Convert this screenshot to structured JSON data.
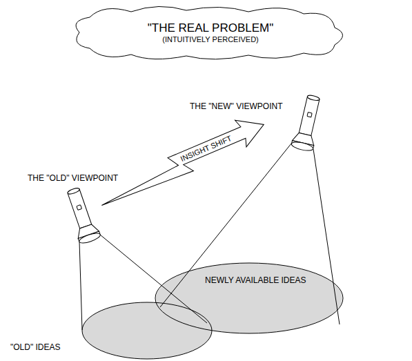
{
  "diagram": {
    "nodes": [
      {
        "text": [
          "\"THE REAL PROBLEM\"",
          "(INTUITIVELY PERCEIVED)"
        ]
      },
      {
        "text": [
          "NEWLY AVAILABLE IDEAS"
        ]
      },
      {
        "text": [
          "\"OLD\" IDEAS"
        ]
      }
    ],
    "labels": [
      "THE \"OLD\" VIEWPOINT",
      "INSIGHT SHIFT",
      "THE \"NEW\" VIEWPOINT"
    ]
  }
}
